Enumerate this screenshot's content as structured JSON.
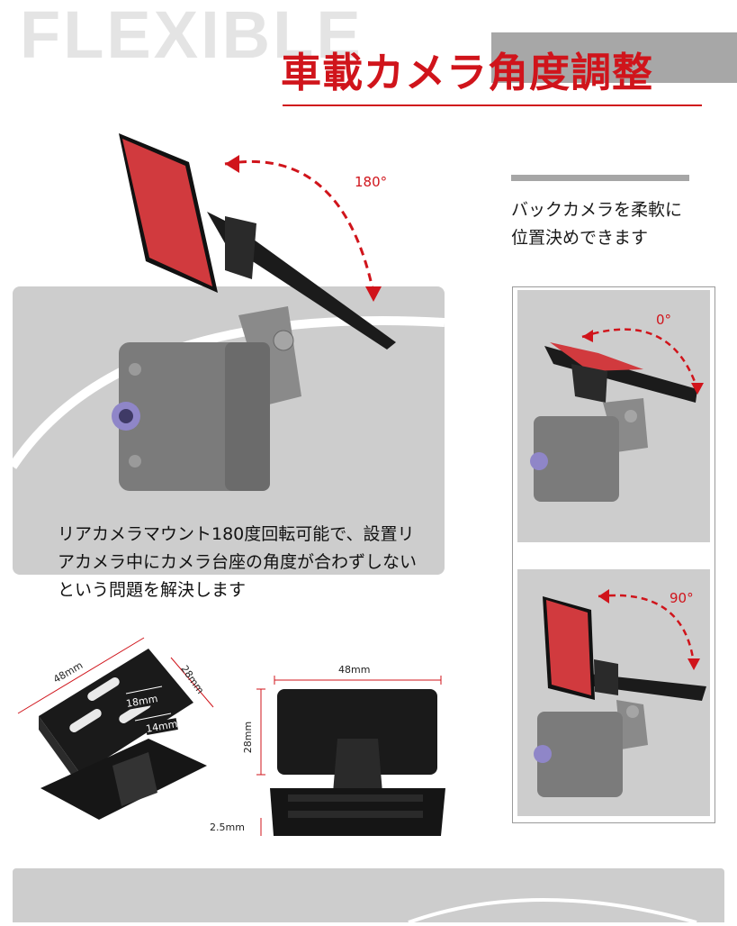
{
  "watermark": "FLEXIBLE",
  "title": "車載カメラ角度調整",
  "description": [
    "バックカメラを柔軟に",
    "位置決めできます"
  ],
  "caption": [
    "リアカメラマウント180度回転可能で、設置リ",
    "アカメラ中にカメラ台座の角度が合わずしない",
    "という問題を解決します"
  ],
  "angles": {
    "main": "180°",
    "top_right": "0°",
    "bottom_right": "90°"
  },
  "dimensions": {
    "left_width": "48mm",
    "left_height": "28mm",
    "slot_18": "18mm",
    "slot_14": "14mm",
    "right_width": "48mm",
    "right_height": "28mm",
    "right_base": "2.5mm"
  },
  "colors": {
    "accent": "#d0141b",
    "pad_red": "#d13a3e",
    "panel_grey": "#cdcdcd"
  }
}
